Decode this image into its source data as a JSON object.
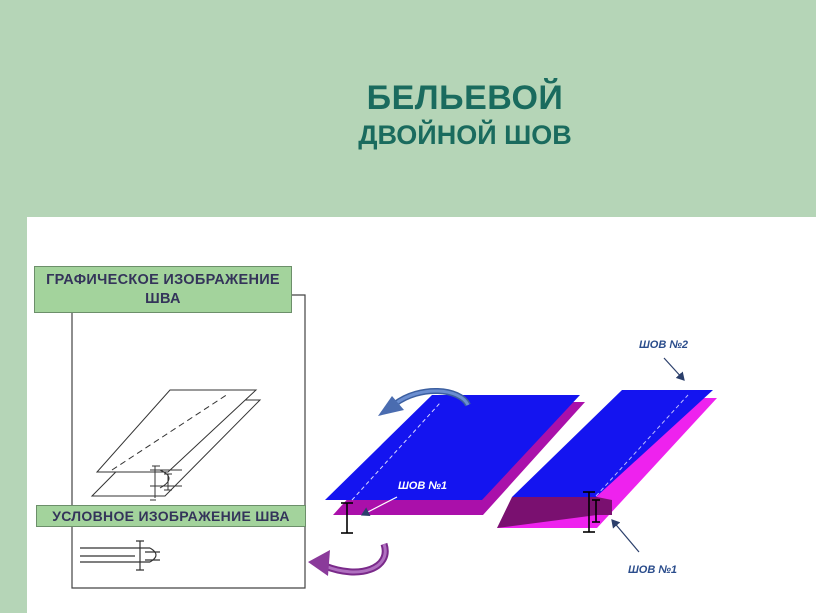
{
  "title": {
    "line1": "БЕЛЬЕВОЙ",
    "line2": "ДВОЙНОЙ ШОВ"
  },
  "labels": {
    "graphic": "ГРАФИЧЕСКОЕ  ИЗОБРАЖЕНИЕ ШВА",
    "conditional": "УСЛОВНОЕ  ИЗОБРАЖЕНИЕ  ШВА"
  },
  "seams": {
    "seam2": "ШОВ №2",
    "seam1_left": "ШОВ №1",
    "seam1_bottom": "ШОВ №1"
  },
  "colors": {
    "background": "#b5d5b7",
    "title": "#1a6b5e",
    "fabric_top": "#1010ee",
    "fabric_bottom": "#dd22dd",
    "seam_fold": "#8a1a8a",
    "arrow": "#8a3a9a"
  }
}
